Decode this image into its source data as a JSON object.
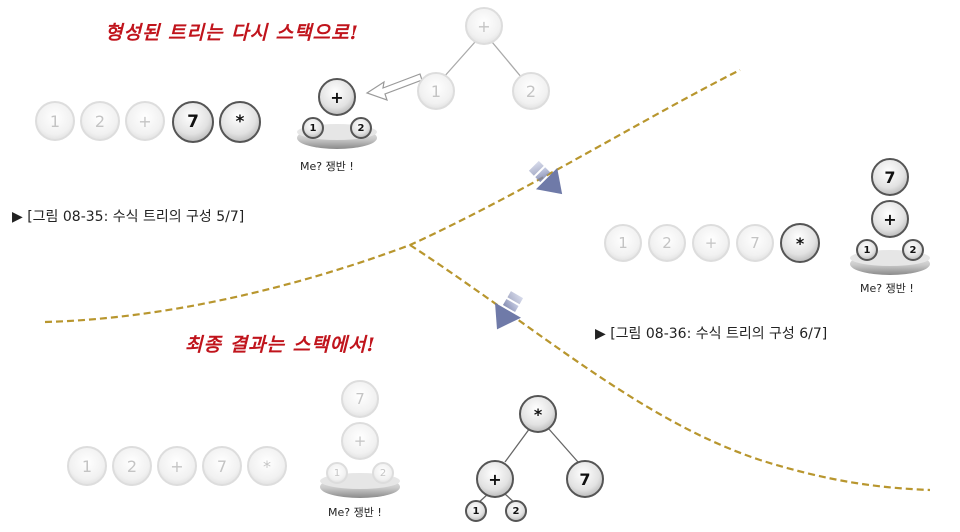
{
  "notes": {
    "top": "형성된 트리는 다시 스택으로!",
    "bottom": "최종 결과는 스택에서!"
  },
  "captions": {
    "fig35": "▶ [그림 08-35: 수식 트리의 구성 5/7]",
    "fig36": "▶ [그림 08-36: 수식 트리의 구성 6/7]"
  },
  "plate_label": "Me? 쟁반 !",
  "panel1": {
    "stack": [
      "1",
      "2",
      "+",
      "7",
      "*"
    ],
    "plate_tree": {
      "root": "+",
      "left": "1",
      "right": "2"
    },
    "free_tree": {
      "root": "+",
      "left": "1",
      "right": "2"
    }
  },
  "panel2": {
    "stack": [
      "1",
      "2",
      "+",
      "7",
      "*"
    ],
    "plate_tree": {
      "top": "7",
      "root": "+",
      "left": "1",
      "right": "2"
    }
  },
  "panel3": {
    "stack": [
      "1",
      "2",
      "+",
      "7",
      "*"
    ],
    "plate_tree": {
      "top": "7",
      "root": "+",
      "left": "1",
      "right": "2"
    },
    "result_tree": {
      "root": "*",
      "left": "+",
      "right": "7",
      "left_left": "1",
      "left_right": "2"
    }
  },
  "colors": {
    "note": "#c0141c",
    "divider": "#b8962e",
    "arrow": "#7c86b4"
  }
}
